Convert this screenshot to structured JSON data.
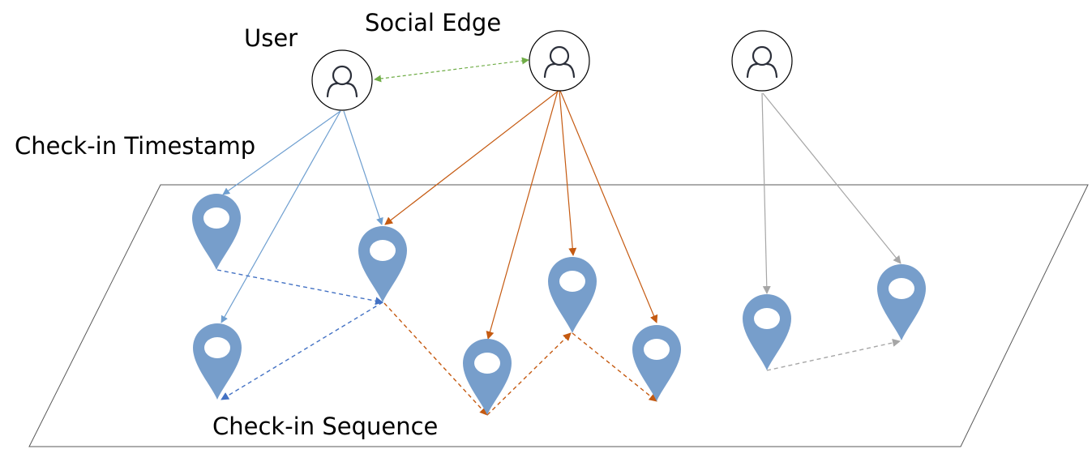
{
  "labels": {
    "user": "User",
    "social_edge": "Social Edge",
    "checkin_timestamp": "Check-in Timestamp",
    "checkin_sequence": "Check-in Sequence"
  },
  "colors": {
    "blue_edge": "#6f9fd0",
    "blue_dash": "#4472c4",
    "orange": "#c55a11",
    "gray": "#a6a6a6",
    "green": "#70ad47",
    "pin_fill": "#779ecb",
    "plane_stroke": "#595959",
    "user_stroke": "#000000",
    "user_icon": "#2b2f3a"
  },
  "icons": {
    "user": "user-icon",
    "pin": "map-pin-icon"
  }
}
